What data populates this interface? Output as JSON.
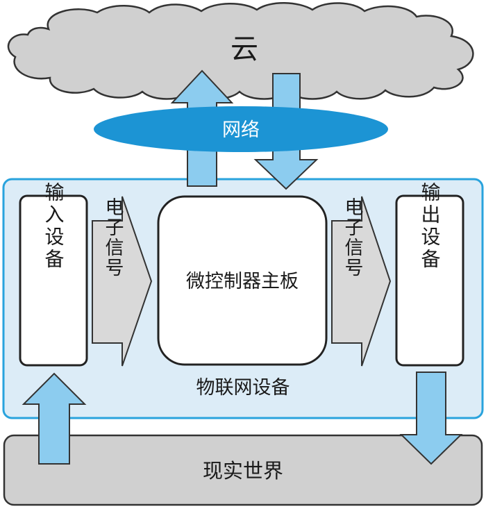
{
  "diagram": {
    "cloud_label": "云",
    "network_label": "网络",
    "iot_device_label": "物联网设备",
    "input_device_label": "输入设备",
    "signal_left_label": "电子信号",
    "mcu_label": "微控制器主板",
    "signal_right_label": "电子信号",
    "output_device_label": "输出设备",
    "real_world_label": "现实世界"
  },
  "colors": {
    "cloud_fill": "#d0d0d0",
    "ellipse_fill": "#1c94d4",
    "iot_box_fill": "#dcecf7",
    "iot_box_stroke": "#29a3dd",
    "arrow_blue": "#8cccef",
    "arrow_gray": "#d9d9d9",
    "world_fill": "#d0d0d0"
  }
}
